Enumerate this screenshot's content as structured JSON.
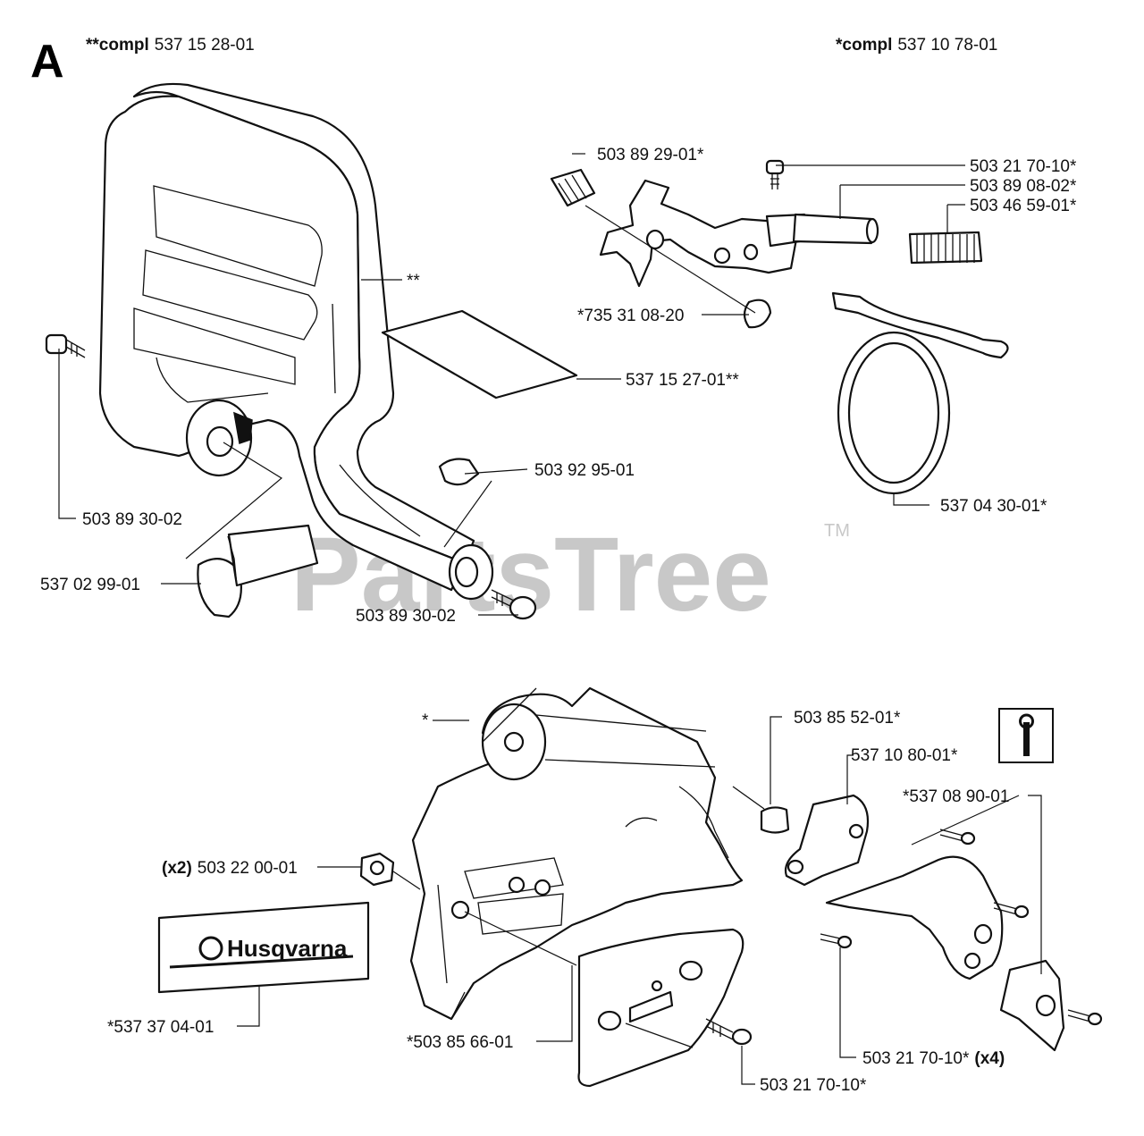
{
  "section_letter": "A",
  "headers": {
    "left": {
      "prefix": "**",
      "word": "compl",
      "number": "537 15 28-01"
    },
    "right": {
      "prefix": "*",
      "word": "compl",
      "number": "537 10 78-01"
    }
  },
  "labels": {
    "l_503892901": "503 89 29-01*",
    "l_503217010a": "503 21 70-10*",
    "l_503890802": "503 89 08-02*",
    "l_503465901": "503 46 59-01*",
    "l_stars": "**",
    "l_735310820": "*735 31 08-20",
    "l_537152701": "537 15 27-01**",
    "l_503929501": "503 92 95-01",
    "l_537043001": "537 04 30-01*",
    "l_503893002a": "503 89 30-02",
    "l_537029901": "537 02 99-01",
    "l_503893002b": "503 89 30-02",
    "l_star": "*",
    "l_503855201": "503 85 52-01*",
    "l_537108001": "537 10 80-01*",
    "l_537089001": "*537 08 90-01",
    "l_503220001_qty": "(x2)",
    "l_503220001": "503 22 00-01",
    "l_537370401": "*537 37 04-01",
    "l_503856601": "*503 85 66-01",
    "l_503217010b": "503 21 70-10*",
    "l_503217010c": "503 21 70-10*",
    "l_503217010c_qty": "(x4)"
  },
  "decal_brand": "Husqvarna",
  "watermark": {
    "text": "PartsTree",
    "tm": "TM"
  },
  "icon": "wrench-info-icon"
}
